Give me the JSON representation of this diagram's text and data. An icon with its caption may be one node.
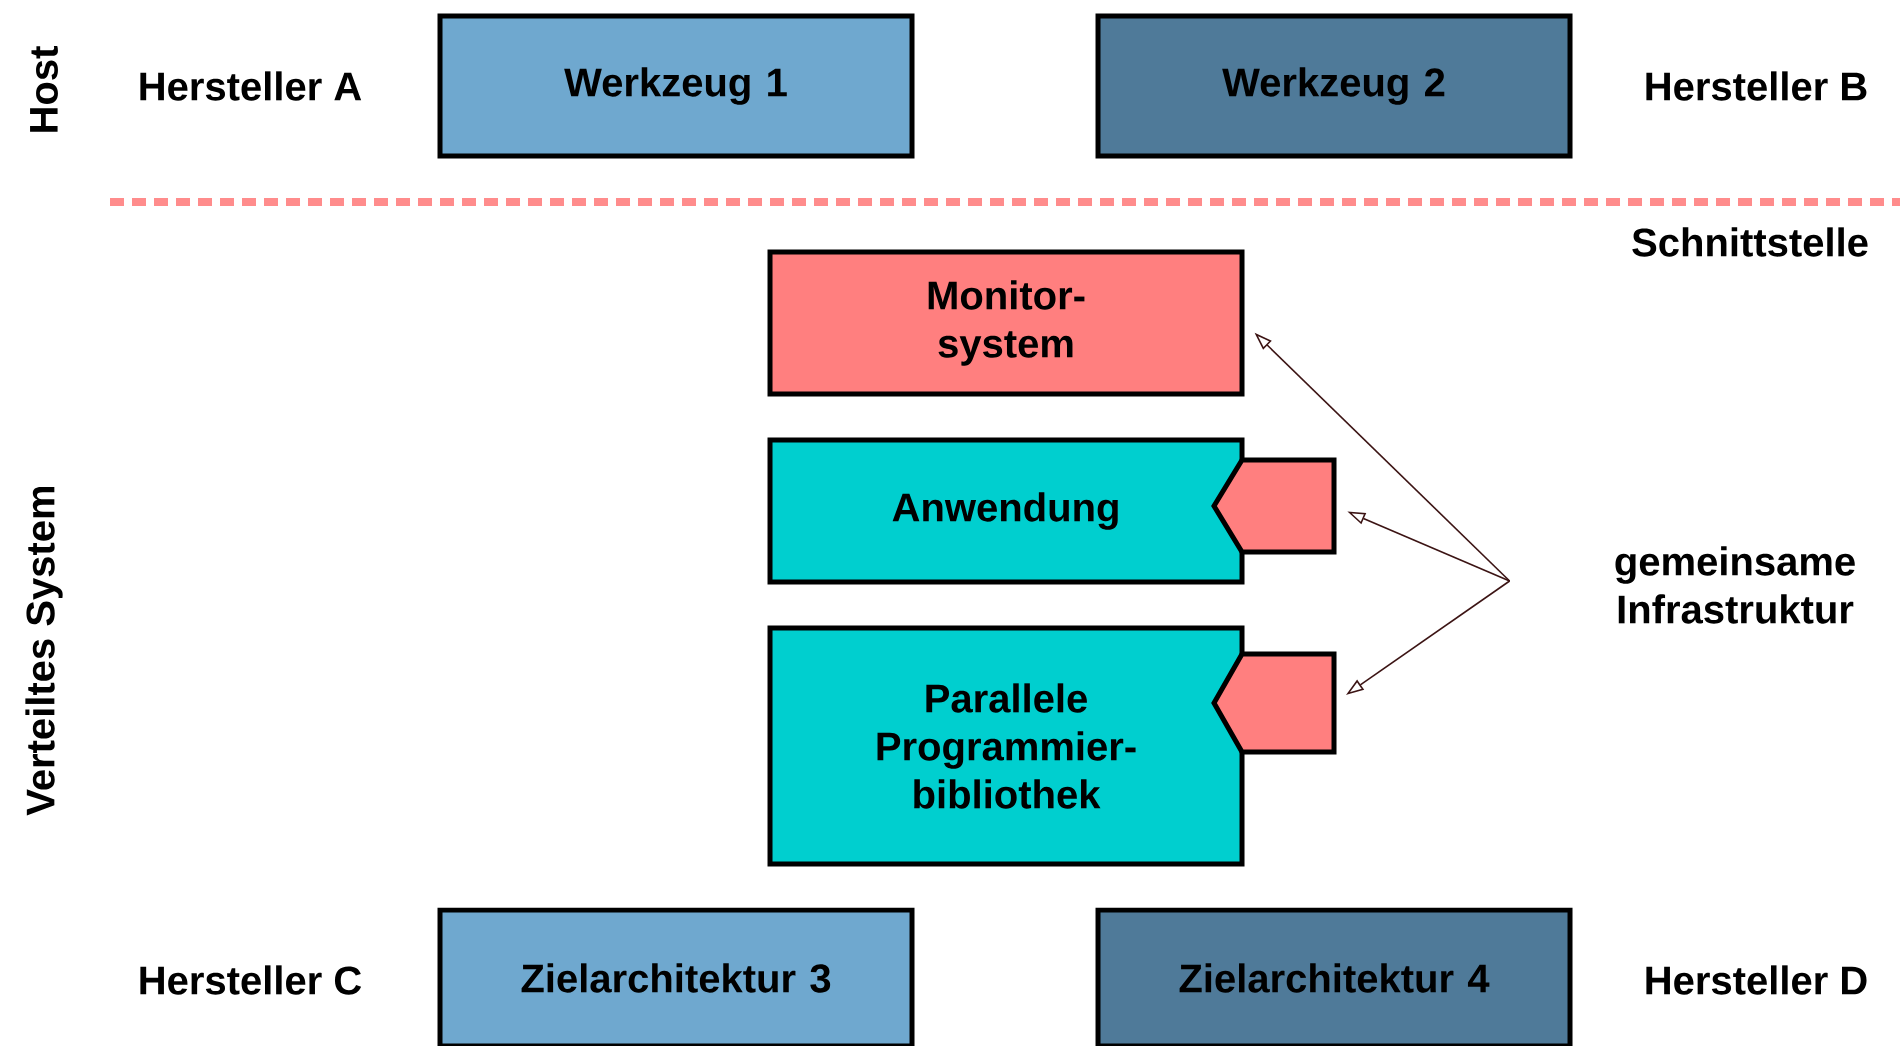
{
  "diagram": {
    "nodes": [
      {
        "text": [
          "Werkzeug 1"
        ]
      },
      {
        "text": [
          "Werkzeug 2"
        ]
      },
      {
        "text": [
          "Monitor- system"
        ]
      },
      {
        "text": [
          "Anwendung"
        ]
      },
      {
        "text": [],
        "shape": "box"
      },
      {
        "text": [
          "Parallele Programmier- bibliothek"
        ]
      },
      {
        "text": [],
        "shape": "box"
      },
      {
        "text": [
          "gemeinsame Infrastruktur"
        ]
      },
      {
        "text": [
          "Zielarchitektur 3"
        ]
      },
      {
        "text": [
          "Zielarchitektur 4"
        ]
      }
    ],
    "edges": [
      {
        "from": 7,
        "to": 2,
        "arrow": "to"
      },
      {
        "from": 7,
        "to": 4,
        "arrow": "to"
      },
      {
        "from": 7,
        "to": 6,
        "arrow": "to"
      }
    ],
    "labels": [
      "Host",
      "Hersteller A",
      "Hersteller B",
      "Schnittstelle",
      "Verteiltes System",
      "Hersteller C",
      "Hersteller D"
    ]
  }
}
